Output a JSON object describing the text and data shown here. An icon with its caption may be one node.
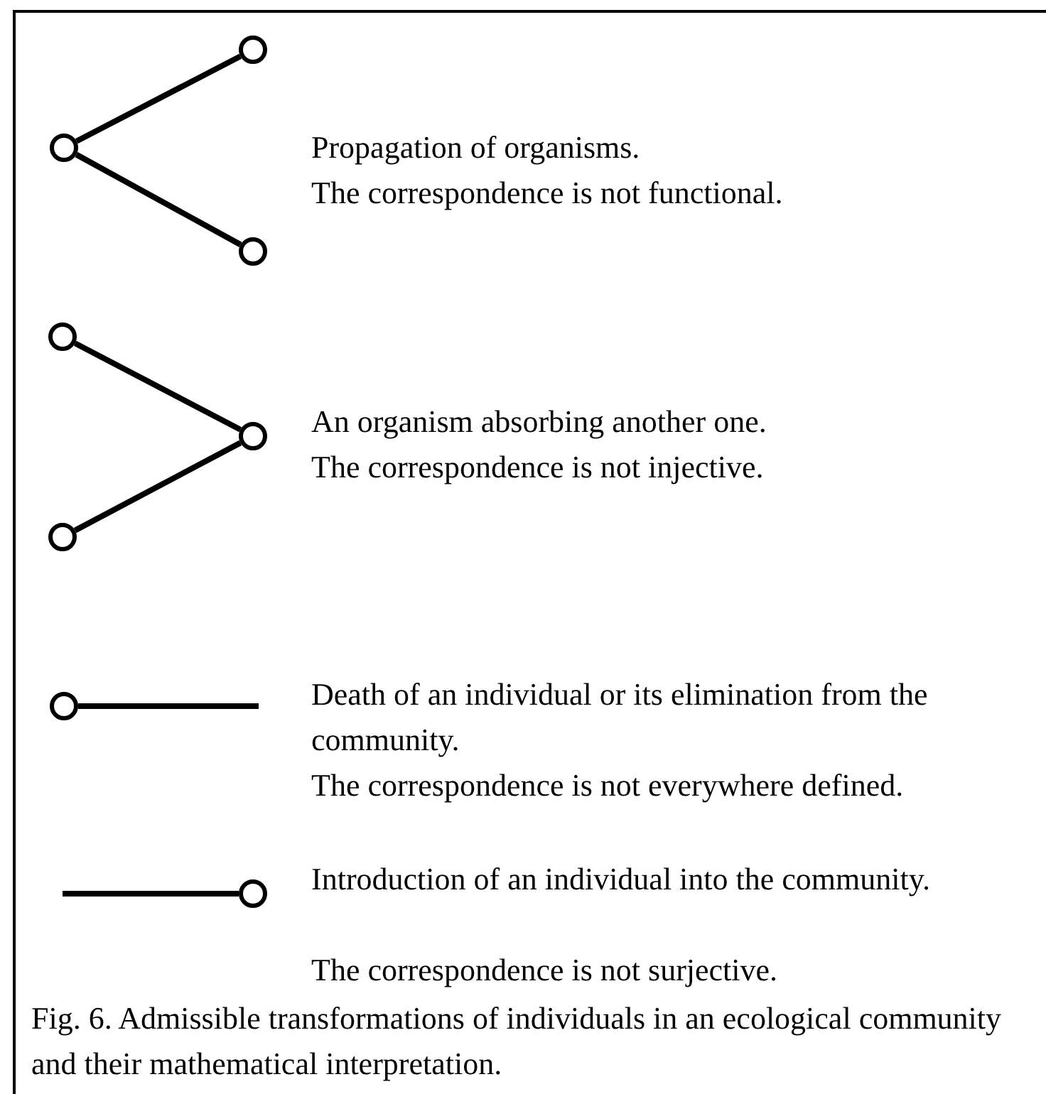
{
  "diagram": {
    "caption": "Fig. 6. Admissible transformations of individuals in an ecological community and their mathematical interpretation.",
    "nodes": [
      {
        "text": [],
        "shape": "circle"
      },
      {
        "text": [],
        "shape": "circle"
      },
      {
        "text": [],
        "shape": "circle"
      },
      {
        "text": [],
        "shape": "circle"
      },
      {
        "text": [],
        "shape": "circle"
      },
      {
        "text": [],
        "shape": "circle"
      },
      {
        "text": [],
        "shape": "circle"
      },
      {
        "text": [],
        "shape": "circle"
      }
    ],
    "edges": [
      {
        "from": 0,
        "to": 1,
        "arrow": "none"
      },
      {
        "from": 0,
        "to": 2,
        "arrow": "none"
      },
      {
        "from": 3,
        "to": 4,
        "arrow": "none"
      },
      {
        "from": 5,
        "to": 4,
        "arrow": "none"
      },
      {
        "from": 6,
        "to": null,
        "arrow": "none"
      },
      {
        "from": null,
        "to": 7,
        "arrow": "none"
      }
    ],
    "labels": [
      "Propagation of organisms.",
      "The correspondence is not functional.",
      "An organism absorbing another one.",
      "The correspondence is not injective.",
      "Death of an individual or its elimination from the community.",
      "The correspondence is not everywhere defined.",
      "Introduction of an individual into the community.",
      "The correspondence is not surjective."
    ]
  }
}
